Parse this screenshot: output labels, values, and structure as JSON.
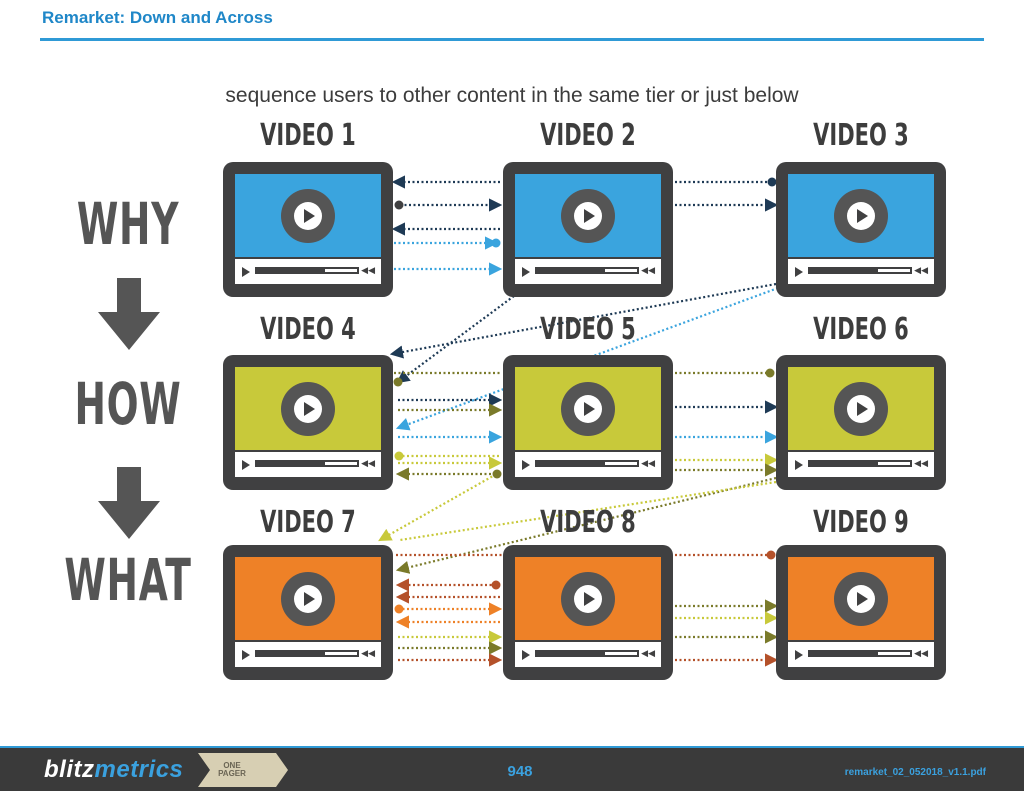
{
  "header": {
    "title": "Remarket: Down and Across"
  },
  "subtitle": "sequence users to other content in the same tier or just below",
  "tiers": [
    {
      "label": "WHY",
      "color": "#3aa4de"
    },
    {
      "label": "HOW",
      "color": "#c8c93a"
    },
    {
      "label": "WHAT",
      "color": "#ee8127"
    }
  ],
  "videos": [
    {
      "label": "VIDEO 1"
    },
    {
      "label": "VIDEO 2"
    },
    {
      "label": "VIDEO 3"
    },
    {
      "label": "VIDEO 4"
    },
    {
      "label": "VIDEO 5"
    },
    {
      "label": "VIDEO 6"
    },
    {
      "label": "VIDEO 7"
    },
    {
      "label": "VIDEO 8"
    },
    {
      "label": "VIDEO 9"
    }
  ],
  "footer": {
    "logo_part1": "blitz",
    "logo_part2": "metrics",
    "pager_line1": "ONE",
    "pager_line2": "PAGER",
    "page_number": "948",
    "file_name": "remarket_02_052018_v1.1.pdf"
  },
  "colors": {
    "brand_blue": "#2f9ad6",
    "dark": "#404041",
    "arrow_dark": "#1e3a55",
    "arrow_blue": "#3aa4de",
    "arrow_olive": "#7a7a2a",
    "arrow_yellow": "#c8c93a",
    "arrow_orange": "#ee8127",
    "arrow_rust": "#b4512a"
  },
  "icons": [
    "play-icon",
    "down-arrow-icon",
    "progress-bar-icon"
  ]
}
